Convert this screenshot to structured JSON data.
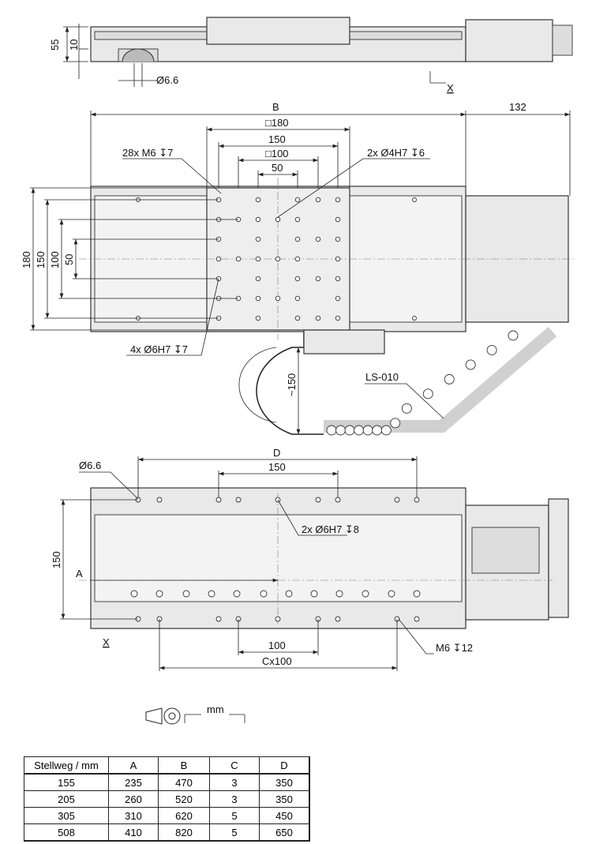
{
  "side_view": {
    "dim_height": "55",
    "dim_base": "10",
    "dim_hole": "Ø6.6",
    "ref_x": "X"
  },
  "top_view": {
    "dim_length": "B",
    "dim_motor": "132",
    "dim_square_180": "□180",
    "dim_150": "150",
    "dim_square_100": "□100",
    "dim_50": "50",
    "callout_threads": "28x M6 ↧7",
    "callout_pins": "2x Ø4H7 ↧6",
    "callout_pin_holes": "4x Ø6H7 ↧7",
    "dim_v_180": "180",
    "dim_v_150": "150",
    "dim_v_100": "100",
    "dim_v_50": "50",
    "dim_cable": "~150",
    "cable_label": "LS-010"
  },
  "bottom_view": {
    "dim_hole": "Ø6.6",
    "dim_D": "D",
    "dim_150": "150",
    "callout_pins": "2x Ø6H7 ↧8",
    "dim_v_150": "150",
    "dim_A": "A",
    "ref_x": "X",
    "dim_100": "100",
    "dim_C": "Cx100",
    "callout_thread": "M6 ↧12"
  },
  "projection": {
    "unit": "mm"
  },
  "table": {
    "headers": [
      "Stellweg / mm",
      "A",
      "B",
      "C",
      "D"
    ],
    "rows": [
      [
        "155",
        "235",
        "470",
        "3",
        "350"
      ],
      [
        "205",
        "260",
        "520",
        "3",
        "350"
      ],
      [
        "305",
        "310",
        "620",
        "5",
        "450"
      ],
      [
        "508",
        "410",
        "820",
        "5",
        "650"
      ]
    ]
  }
}
